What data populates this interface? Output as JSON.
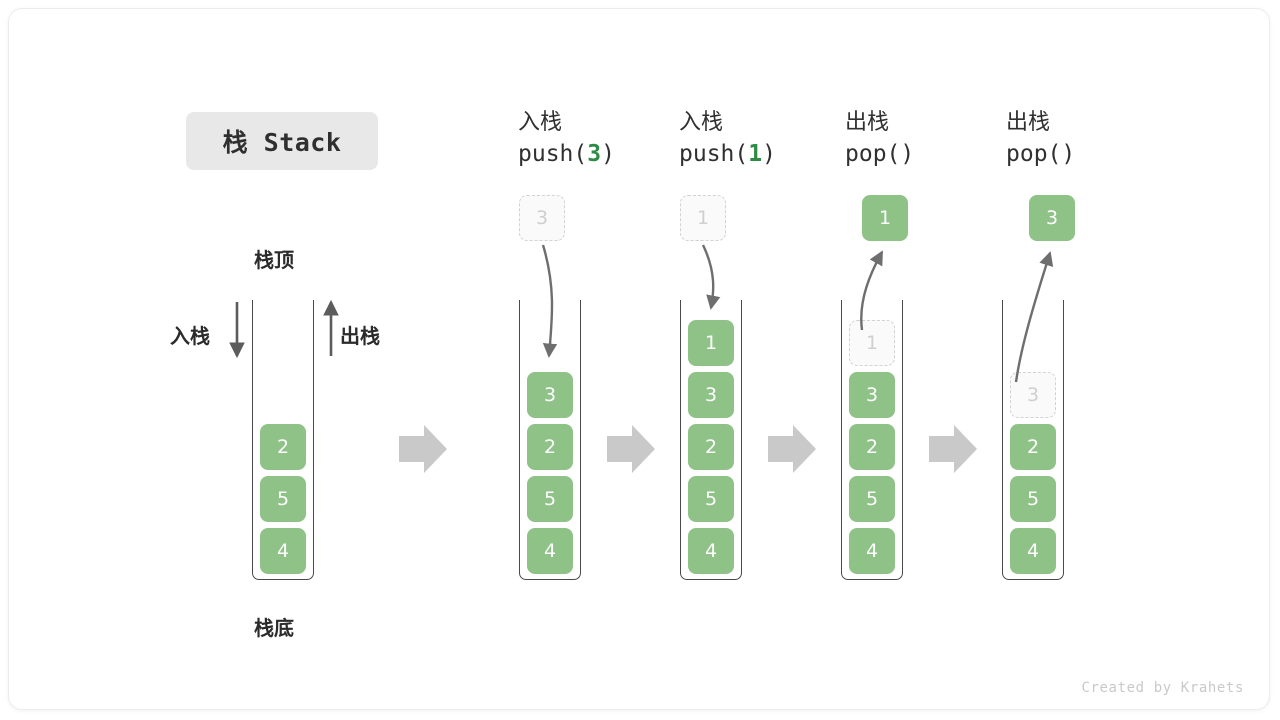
{
  "title": {
    "text": "栈 Stack"
  },
  "labels": {
    "top": "栈顶",
    "bottom": "栈底",
    "push": "入栈",
    "pop": "出栈"
  },
  "colors": {
    "cell_fill": "#8ec287",
    "cell_text": "#ffffff",
    "ghost_border": "#d2d2d2",
    "ghost_text": "#cfcfcf",
    "arrow_gray": "#c9c9c9",
    "thin_arrow": "#6e6e6e",
    "accent_green": "#2e8b45",
    "title_bg": "#e8e8e8"
  },
  "initial_stack": {
    "values": [
      "2",
      "5",
      "4"
    ]
  },
  "columns": [
    {
      "op": "入栈",
      "call_prefix": "push(",
      "call_arg": "3",
      "call_suffix": ")",
      "incoming_ghost": "3",
      "stack": [
        "3",
        "2",
        "5",
        "4"
      ],
      "ghost_in_stack": null,
      "popped": null
    },
    {
      "op": "入栈",
      "call_prefix": "push(",
      "call_arg": "1",
      "call_suffix": ")",
      "incoming_ghost": "1",
      "stack": [
        "1",
        "3",
        "2",
        "5",
        "4"
      ],
      "ghost_in_stack": null,
      "popped": null
    },
    {
      "op": "出栈",
      "call_prefix": "pop(",
      "call_arg": "",
      "call_suffix": ")",
      "incoming_ghost": null,
      "stack": [
        "3",
        "2",
        "5",
        "4"
      ],
      "ghost_in_stack": "1",
      "popped": "1"
    },
    {
      "op": "出栈",
      "call_prefix": "pop(",
      "call_arg": "",
      "call_suffix": ")",
      "incoming_ghost": null,
      "stack": [
        "2",
        "5",
        "4"
      ],
      "ghost_in_stack": "3",
      "popped": "3"
    }
  ],
  "credit": "Created by Krahets"
}
